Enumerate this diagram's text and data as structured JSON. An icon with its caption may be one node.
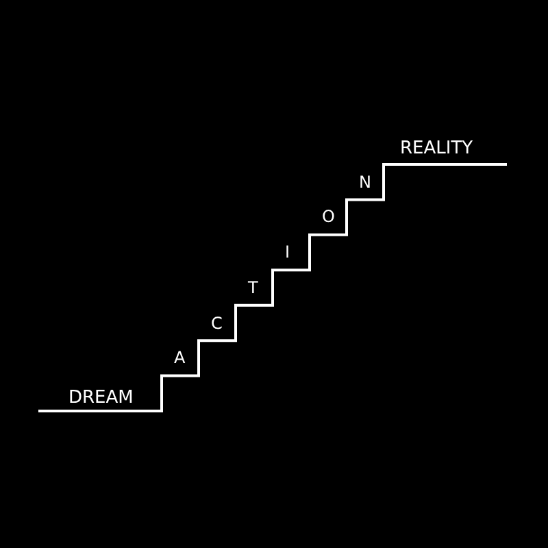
{
  "diagram": {
    "labels": [
      "DREAM",
      "A",
      "C",
      "T",
      "I",
      "O",
      "N",
      "REALITY"
    ]
  }
}
